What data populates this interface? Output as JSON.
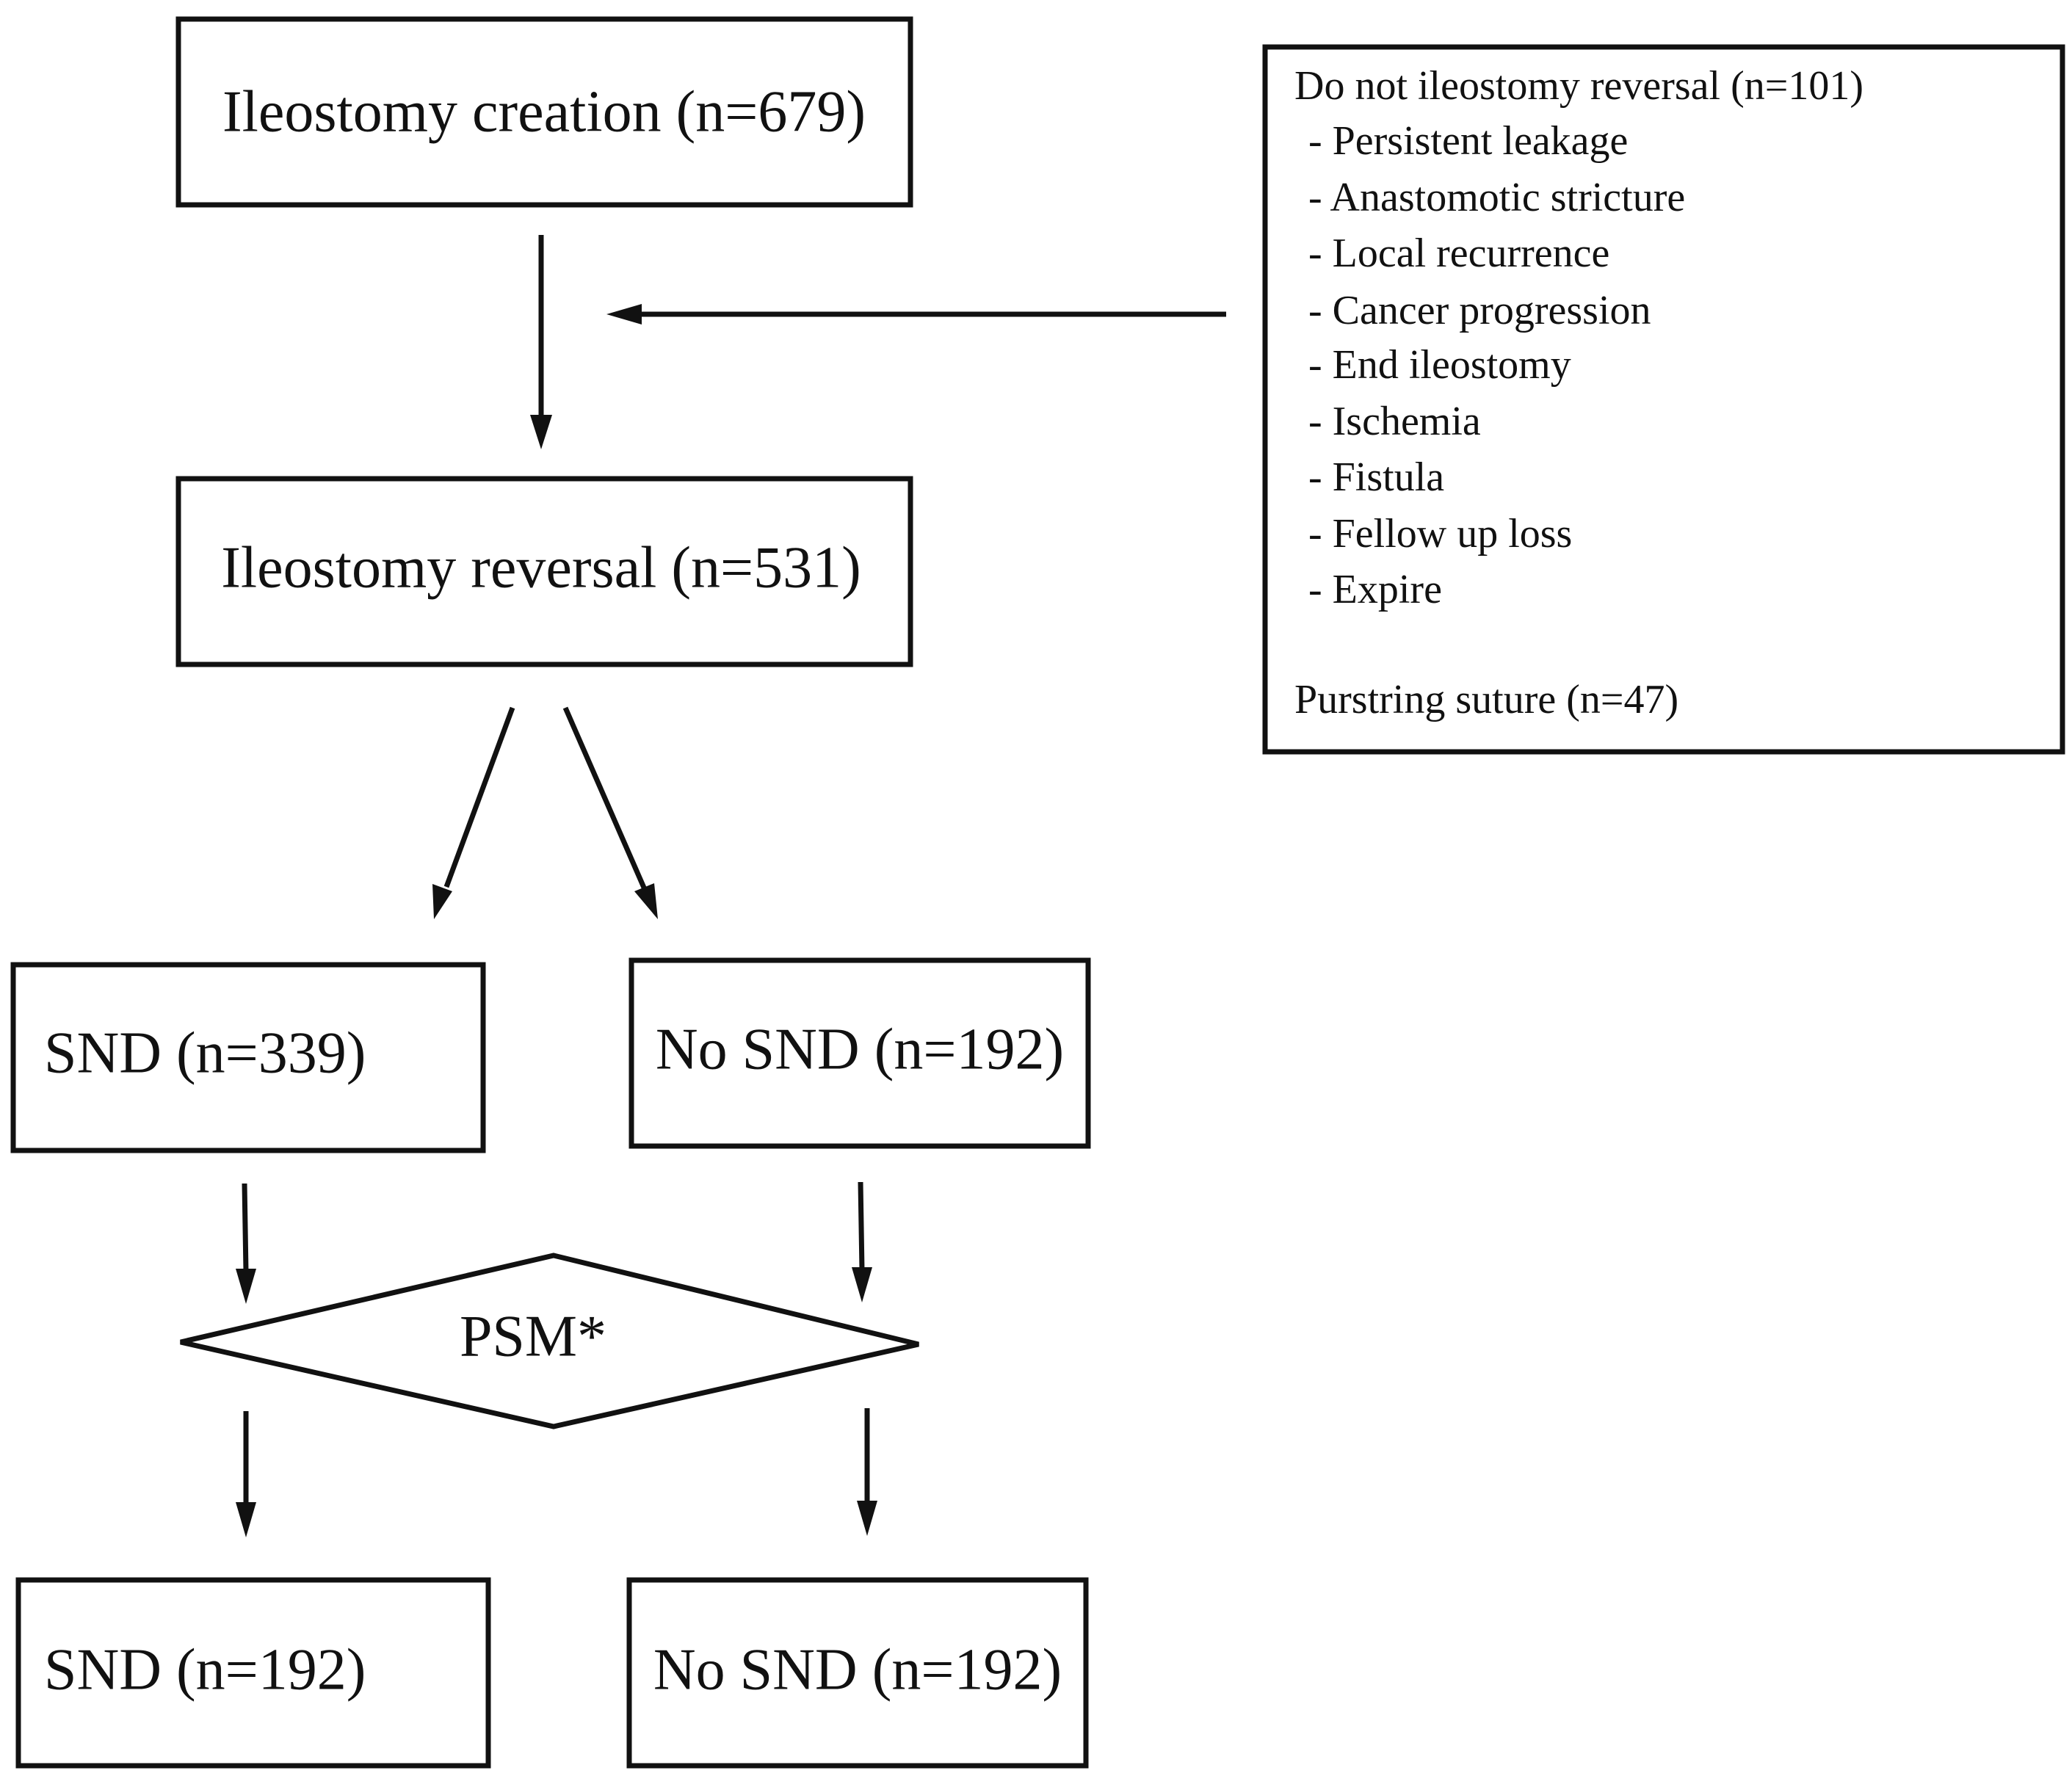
{
  "flowchart": {
    "creation": {
      "label": "Ileostomy creation (n=679)"
    },
    "reversal": {
      "label": "Ileostomy reversal (n=531)"
    },
    "excluded": {
      "title": "Do not ileostomy reversal (n=101)",
      "items": [
        "- Persistent leakage",
        "- Anastomotic stricture",
        "- Local recurrence",
        "- Cancer progression",
        "- End ileostomy",
        "- Ischemia",
        "- Fistula",
        "- Fellow up loss",
        "- Expire"
      ],
      "footer": "Purstring suture (n=47)"
    },
    "snd_before": {
      "label": "SND (n=339)"
    },
    "no_snd_before": {
      "label": "No SND (n=192)"
    },
    "matching": {
      "label": "PSM*"
    },
    "snd_after": {
      "label": "SND (n=192)"
    },
    "no_snd_after": {
      "label": "No SND (n=192)"
    }
  }
}
